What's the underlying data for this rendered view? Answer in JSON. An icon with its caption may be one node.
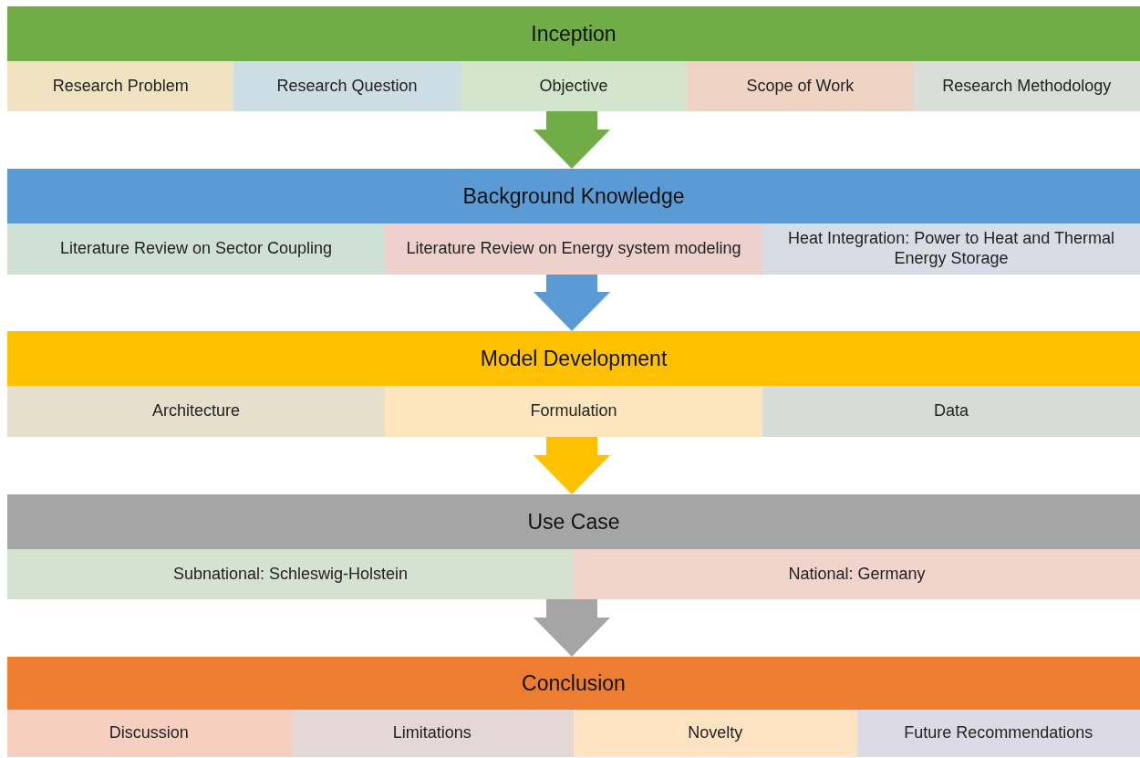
{
  "diagram": {
    "nodes": [
      {
        "text": [
          "Inception"
        ]
      },
      {
        "text": [
          "Research Problem"
        ],
        "in": 0
      },
      {
        "text": [
          "Research Question"
        ],
        "in": 0
      },
      {
        "text": [
          "Objective"
        ],
        "in": 0
      },
      {
        "text": [
          "Scope of Work"
        ],
        "in": 0
      },
      {
        "text": [
          "Research Methodology"
        ],
        "in": 0
      },
      {
        "text": [
          "Background Knowledge"
        ]
      },
      {
        "text": [
          "Literature Review on Sector Coupling"
        ],
        "in": 6
      },
      {
        "text": [
          "Literature Review on Energy system modeling"
        ],
        "in": 6
      },
      {
        "text": [
          "Heat Integration: Power to Heat and Thermal Energy Storage"
        ],
        "in": 6
      },
      {
        "text": [
          "Model Development"
        ]
      },
      {
        "text": [
          "Architecture"
        ],
        "in": 10
      },
      {
        "text": [
          "Formulation"
        ],
        "in": 10
      },
      {
        "text": [
          "Data"
        ],
        "in": 10
      },
      {
        "text": [
          "Use Case"
        ]
      },
      {
        "text": [
          "Subnational: Schleswig-Holstein"
        ],
        "in": 14
      },
      {
        "text": [
          "National: Germany"
        ],
        "in": 14
      },
      {
        "text": [
          "Conclusion"
        ]
      },
      {
        "text": [
          "Discussion"
        ],
        "in": 17
      },
      {
        "text": [
          "Limitations"
        ],
        "in": 17
      },
      {
        "text": [
          "Novelty"
        ],
        "in": 17
      },
      {
        "text": [
          "Future Recommendations"
        ],
        "in": 17
      }
    ],
    "edges": [
      {
        "from": 0,
        "to": 6,
        "arrow": "to",
        "style": "thick",
        "color": "#70ad47"
      },
      {
        "from": 6,
        "to": 10,
        "arrow": "to",
        "style": "thick",
        "color": "#5b9bd5"
      },
      {
        "from": 10,
        "to": 14,
        "arrow": "to",
        "style": "thick",
        "color": "#ffc000"
      },
      {
        "from": 14,
        "to": 17,
        "arrow": "to",
        "style": "thick",
        "color": "#a5a5a5"
      }
    ]
  }
}
